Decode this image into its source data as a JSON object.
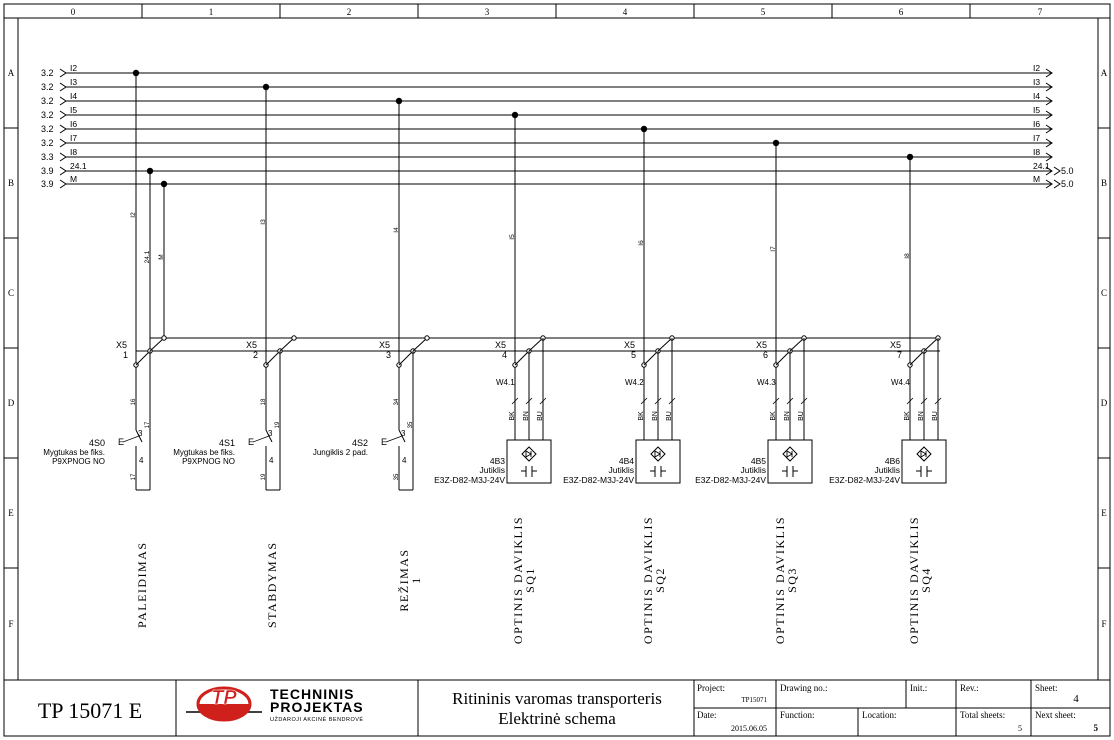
{
  "columns": [
    "0",
    "1",
    "2",
    "3",
    "4",
    "5",
    "6",
    "7"
  ],
  "rows": [
    "A",
    "B",
    "C",
    "D",
    "E",
    "F"
  ],
  "buses": [
    {
      "ref": "3.2",
      "name": "I2",
      "out": ""
    },
    {
      "ref": "3.2",
      "name": "I3",
      "out": ""
    },
    {
      "ref": "3.2",
      "name": "I4",
      "out": ""
    },
    {
      "ref": "3.2",
      "name": "I5",
      "out": ""
    },
    {
      "ref": "3.2",
      "name": "I6",
      "out": ""
    },
    {
      "ref": "3.2",
      "name": "I7",
      "out": ""
    },
    {
      "ref": "3.3",
      "name": "I8",
      "out": ""
    },
    {
      "ref": "3.9",
      "name": "24.1",
      "out": "5.0"
    },
    {
      "ref": "3.9",
      "name": "M",
      "out": "5.0"
    }
  ],
  "wire_labels": {
    "i2": "I2",
    "w241": "24.1",
    "wm": "M",
    "i3": "I3",
    "i4": "I4",
    "i5": "I5",
    "i6": "I6",
    "i7": "I7",
    "i8": "I8"
  },
  "terminals": [
    {
      "strip": "X5",
      "num": "1"
    },
    {
      "strip": "X5",
      "num": "2"
    },
    {
      "strip": "X5",
      "num": "3"
    },
    {
      "strip": "X5",
      "num": "4"
    },
    {
      "strip": "X5",
      "num": "5"
    },
    {
      "strip": "X5",
      "num": "6"
    },
    {
      "strip": "X5",
      "num": "7"
    }
  ],
  "buttons": [
    {
      "tag": "4S0",
      "desc1": "Mygtukas be fiks.",
      "desc2": "P9XPNOG NO",
      "pin3": "3",
      "pin4": "4",
      "w1": "16",
      "w2": "17",
      "w3": "17"
    },
    {
      "tag": "4S1",
      "desc1": "Mygtukas be fiks.",
      "desc2": "P9XPNOG NO",
      "pin3": "3",
      "pin4": "4",
      "w1": "18",
      "w2": "19",
      "w3": "19"
    },
    {
      "tag": "4S2",
      "desc1": "Jungiklis 2 pad.",
      "desc2": "",
      "pin3": "3",
      "pin4": "4",
      "w1": "34",
      "w2": "35",
      "w3": "35"
    }
  ],
  "cables": [
    "W4.1",
    "W4.2",
    "W4.3",
    "W4.4"
  ],
  "cores": [
    "BK",
    "BN",
    "BU"
  ],
  "sensors": [
    {
      "tag": "4B3",
      "type": "Jutiklis",
      "model": "E3Z-D82-M3J-24V"
    },
    {
      "tag": "4B4",
      "type": "Jutiklis",
      "model": "E3Z-D82-M3J-24V"
    },
    {
      "tag": "4B5",
      "type": "Jutiklis",
      "model": "E3Z-D82-M3J-24V"
    },
    {
      "tag": "4B6",
      "type": "Jutiklis",
      "model": "E3Z-D82-M3J-24V"
    }
  ],
  "functions": [
    {
      "l1": "PALEIDIMAS",
      "l2": ""
    },
    {
      "l1": "STABDYMAS",
      "l2": ""
    },
    {
      "l1": "REŽIMAS",
      "l2": "1"
    },
    {
      "l1": "OPTINIS DAVIKLIS",
      "l2": "SQ1"
    },
    {
      "l1": "OPTINIS DAVIKLIS",
      "l2": "SQ2"
    },
    {
      "l1": "OPTINIS DAVIKLIS",
      "l2": "SQ3"
    },
    {
      "l1": "OPTINIS DAVIKLIS",
      "l2": "SQ4"
    }
  ],
  "title_block": {
    "doc_number": "TP 15071 E",
    "company_line1": "TECHNINIS",
    "company_line2": "PROJEKTAS",
    "company_sub": "UŽDAROJI AKCINĖ BENDROVĖ",
    "logo_letters": "TP",
    "title1": "Ritininis varomas transporteris",
    "title2": "Elektrinė schema",
    "project_label": "Project:",
    "project_value": "TP15071",
    "date_label": "Date:",
    "date_value": "2015.06.05",
    "drawing_no_label": "Drawing no.:",
    "init_label": "Init.:",
    "rev_label": "Rev.:",
    "sheet_label": "Sheet:",
    "sheet_value": "4",
    "function_label": "Function:",
    "location_label": "Location:",
    "total_sheets_label": "Total sheets:",
    "total_sheets_value": "5",
    "next_sheet_label": "Next sheet:",
    "next_sheet_value": "5"
  },
  "colors": {
    "ink": "#000000",
    "logo_red": "#d0201c"
  }
}
